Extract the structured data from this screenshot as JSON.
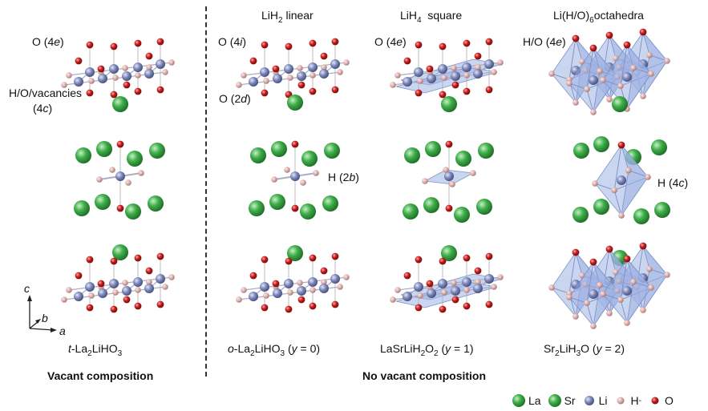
{
  "headers": {
    "h1_main": "LiH",
    "h1_sub": "2",
    "h1_tail": " linear",
    "h2_main": "LiH",
    "h2_sub": "4",
    "h2_tail": "  square",
    "h3_main": "Li(H/O)",
    "h3_sub": "6",
    "h3_tail": "octahedra"
  },
  "site_labels": {
    "o4e_p1": "O (4",
    "o4e_p1_it": "e",
    "o4e_p1_end": ")",
    "hov_line1": "H/O/vacancies",
    "hov_line2a": "(4",
    "hov_line2_it": "c",
    "hov_line2b": ")",
    "o4i": "O (4",
    "o4i_it": "i",
    "o4i_end": ")",
    "o2d": "O (2",
    "o2d_it": "d",
    "o2d_end": ")",
    "h2b": "H (2",
    "h2b_it": "b",
    "h2b_end": ")",
    "o4e_p3": "O (4",
    "o4e_p3_it": "e",
    "o4e_p3_end": ")",
    "ho4e": "H/O (4",
    "ho4e_it": "e",
    "ho4e_end": ")",
    "h4c": "H (4",
    "h4c_it": "c",
    "h4c_end": ")"
  },
  "axes": {
    "c": "c",
    "b": "b",
    "a": "a"
  },
  "captions": {
    "p1_it": "t",
    "p1_a": "-La",
    "p1_s1": "2",
    "p1_b": "LiHO",
    "p1_s2": "3",
    "p2_it": "o",
    "p2_a": "-La",
    "p2_s1": "2",
    "p2_b": "LiHO",
    "p2_s2": "3",
    "p2_c": " (",
    "p2_y": "y",
    "p2_d": " = 0)",
    "p3_a": "LaSrLiH",
    "p3_s1": "2",
    "p3_b": "O",
    "p3_s2": "2",
    "p3_c": " (",
    "p3_y": "y",
    "p3_d": " = 1)",
    "p4_a": "Sr",
    "p4_s1": "2",
    "p4_b": "LiH",
    "p4_s2": "3",
    "p4_c": "O (",
    "p4_y": "y",
    "p4_d": " = 2)"
  },
  "sections": {
    "vacant": "Vacant composition",
    "no_vacant": "No vacant composition"
  },
  "legend": [
    {
      "label": "La",
      "color": "#3fae49"
    },
    {
      "label": "Sr",
      "color": "#2f9e40"
    },
    {
      "label": "Li",
      "color": "#7b86b8"
    },
    {
      "label": "H",
      "sup": "-",
      "color": "#d9aaa8"
    },
    {
      "label": "O",
      "color": "#c81e1e"
    }
  ],
  "colors": {
    "la": "#3fae49",
    "sr": "#2f9e40",
    "li": "#7b86b8",
    "h": "#d9aaa8",
    "o": "#c81e1e",
    "poly": "#9fb3e3"
  }
}
